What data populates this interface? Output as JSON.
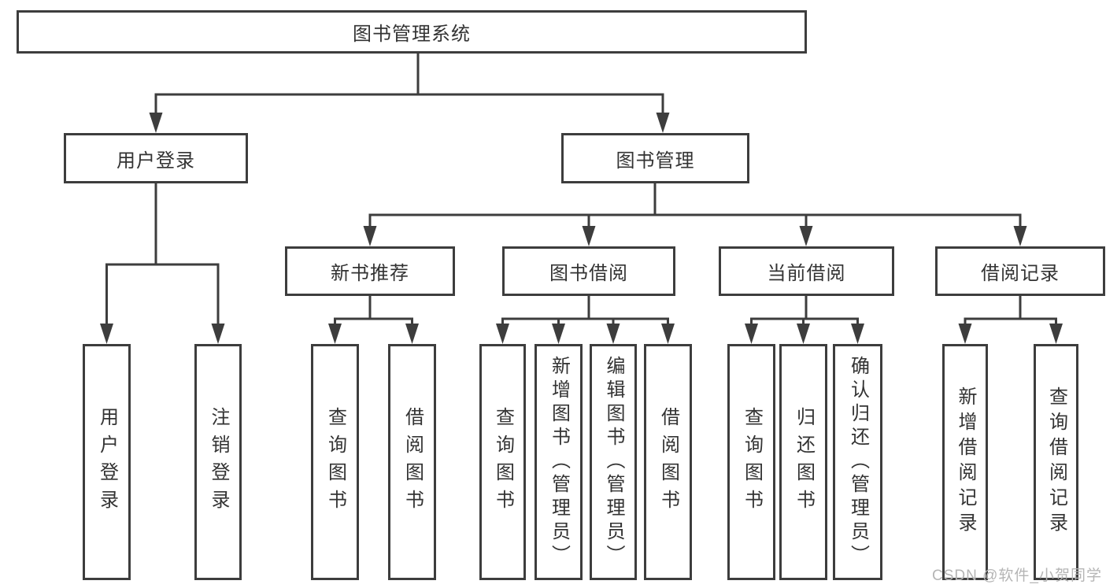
{
  "colors": {
    "line": "#3d3d3d",
    "text": "#333333",
    "watermark": "#b5b5b5",
    "bg": "#ffffff"
  },
  "nodes": {
    "root": {
      "label": "图书管理系统"
    },
    "l2": [
      {
        "label": "用户登录",
        "parent": "图书管理系统"
      },
      {
        "label": "图书管理",
        "parent": "图书管理系统"
      }
    ],
    "l3": [
      {
        "label": "新书推荐",
        "parent": "图书管理"
      },
      {
        "label": "图书借阅",
        "parent": "图书管理"
      },
      {
        "label": "当前借阅",
        "parent": "图书管理"
      },
      {
        "label": "借阅记录",
        "parent": "图书管理"
      }
    ],
    "leaf": [
      {
        "label": "用户登录",
        "parent": "用户登录"
      },
      {
        "label": "注销登录",
        "parent": "用户登录"
      },
      {
        "label": "查询图书",
        "parent": "新书推荐"
      },
      {
        "label": "借阅图书",
        "parent": "新书推荐"
      },
      {
        "label": "查询图书",
        "parent": "图书借阅"
      },
      {
        "label": "新增图书（管理员）",
        "parent": "图书借阅"
      },
      {
        "label": "编辑图书（管理员）",
        "parent": "图书借阅"
      },
      {
        "label": "借阅图书",
        "parent": "图书借阅"
      },
      {
        "label": "查询图书",
        "parent": "当前借阅"
      },
      {
        "label": "归还图书",
        "parent": "当前借阅"
      },
      {
        "label": "确认归还（管理员）",
        "parent": "当前借阅"
      },
      {
        "label": "新增借阅记录",
        "parent": "借阅记录"
      },
      {
        "label": "查询借阅记录",
        "parent": "借阅记录"
      }
    ]
  },
  "watermark": {
    "text": "CSDN @软件_小贺同学"
  }
}
